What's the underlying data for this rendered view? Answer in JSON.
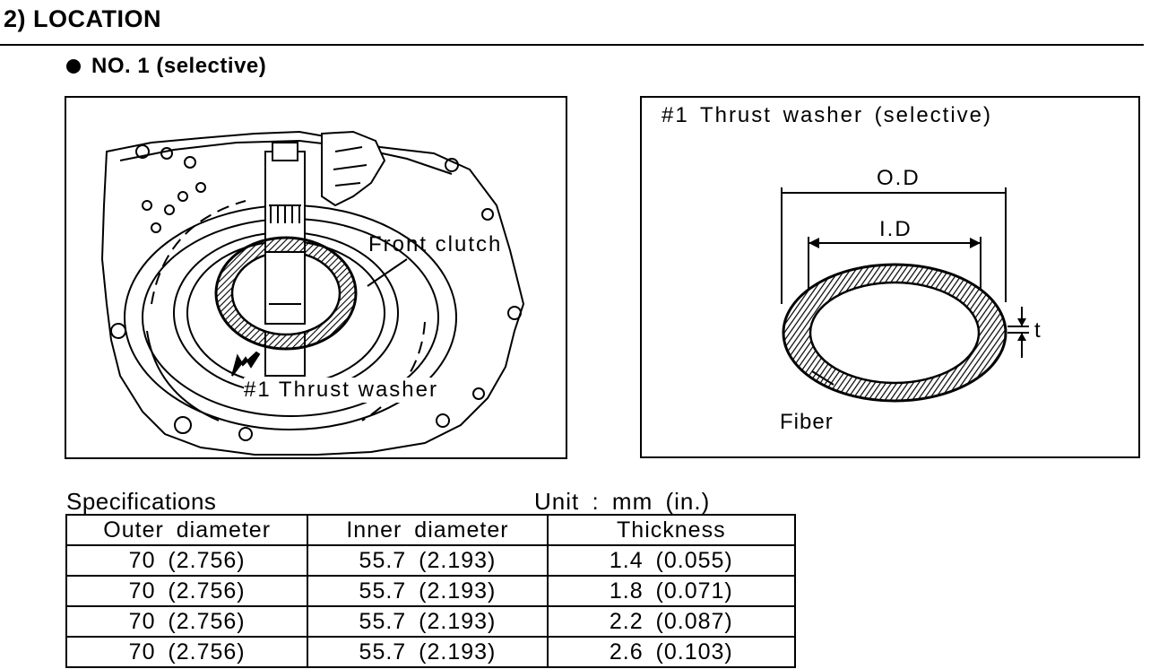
{
  "section": {
    "title": "2) LOCATION"
  },
  "subsection": {
    "title": "NO. 1 (selective)"
  },
  "figure_left": {
    "label_front_clutch": "Front clutch",
    "label_thrust_washer": "#1 Thrust washer"
  },
  "figure_right": {
    "title": "#1 Thrust washer (selective)",
    "label_od": "O.D",
    "label_id": "I.D",
    "label_t": "t",
    "label_fiber": "Fiber"
  },
  "specs": {
    "caption": "Specifications",
    "unit": "Unit : mm (in.)",
    "headers": [
      "Outer diameter",
      "Inner diameter",
      "Thickness"
    ],
    "rows": [
      [
        "70 (2.756)",
        "55.7 (2.193)",
        "1.4 (0.055)"
      ],
      [
        "70 (2.756)",
        "55.7 (2.193)",
        "1.8 (0.071)"
      ],
      [
        "70 (2.756)",
        "55.7 (2.193)",
        "2.2 (0.087)"
      ],
      [
        "70 (2.756)",
        "55.7 (2.193)",
        "2.6 (0.103)"
      ]
    ]
  }
}
